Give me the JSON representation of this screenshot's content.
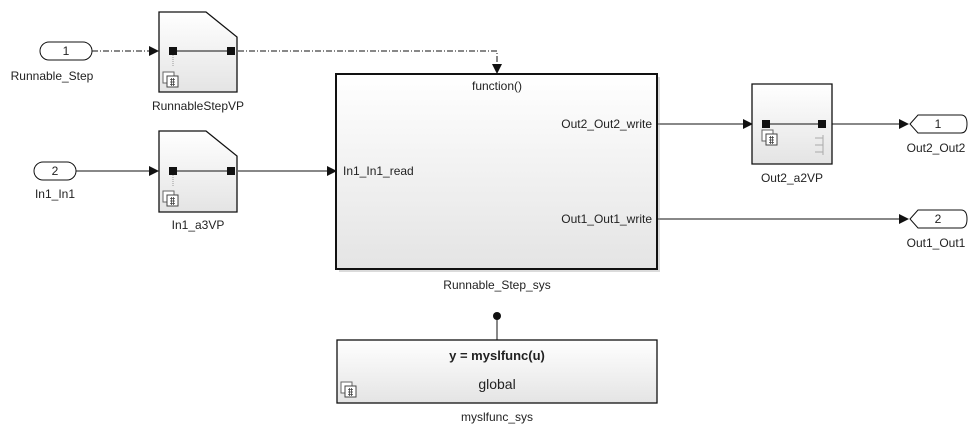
{
  "inports": [
    {
      "number": "1",
      "name": "Runnable_Step"
    },
    {
      "number": "2",
      "name": "In1_In1"
    }
  ],
  "outports": [
    {
      "number": "1",
      "name": "Out2_Out2"
    },
    {
      "number": "2",
      "name": "Out1_Out1"
    }
  ],
  "variant_blocks": [
    {
      "name": "RunnableStepVP"
    },
    {
      "name": "In1_a3VP"
    },
    {
      "name": "Out2_a2VP"
    }
  ],
  "subsystem": {
    "name": "Runnable_Step_sys",
    "trigger_label": "function()",
    "in_port": "In1_In1_read",
    "out_ports": [
      "Out2_Out2_write",
      "Out1_Out1_write"
    ]
  },
  "function_block": {
    "name": "myslfunc_sys",
    "signature": "y = myslfunc(u)",
    "scope": "global"
  },
  "colors": {
    "line": "#111111",
    "block_border": "#111111",
    "block_fill_top": "#ffffff",
    "block_fill_bottom": "#e6e6e6"
  }
}
